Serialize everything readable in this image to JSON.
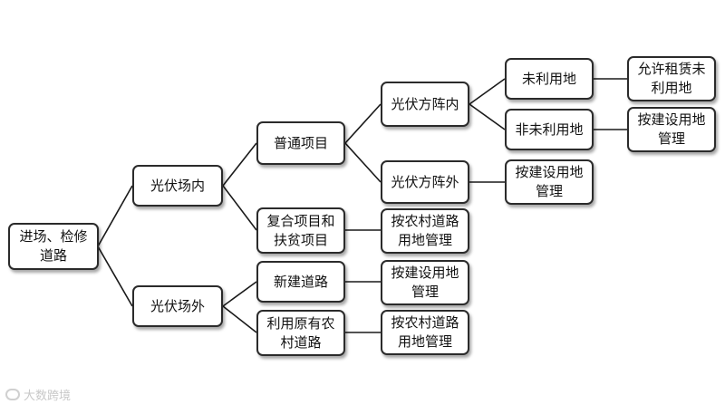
{
  "nodes": {
    "root": "进场、检修\n道路",
    "inside": "光伏场内",
    "outside": "光伏场外",
    "ordinary": "普通项目",
    "composite": "复合项目和\n扶贫项目",
    "new_road": "新建道路",
    "existing_road": "利用原有农\n村道路",
    "array_in": "光伏方阵内",
    "array_out": "光伏方阵外",
    "unused": "未利用地",
    "non_unused": "非未利用地",
    "allow_lease": "允许租赁未\n利用地",
    "construction_mgmt_1": "按建设用地\n管理",
    "construction_mgmt_2": "按建设用地\n管理",
    "construction_mgmt_3": "按建设用地\n管理",
    "rural_mgmt_1": "按农村道路\n用地管理",
    "rural_mgmt_2": "按农村道路\n用地管理"
  },
  "watermark": "大数跨境",
  "colors": {
    "border": "#2b2b2b",
    "line": "#1a1a1a"
  }
}
